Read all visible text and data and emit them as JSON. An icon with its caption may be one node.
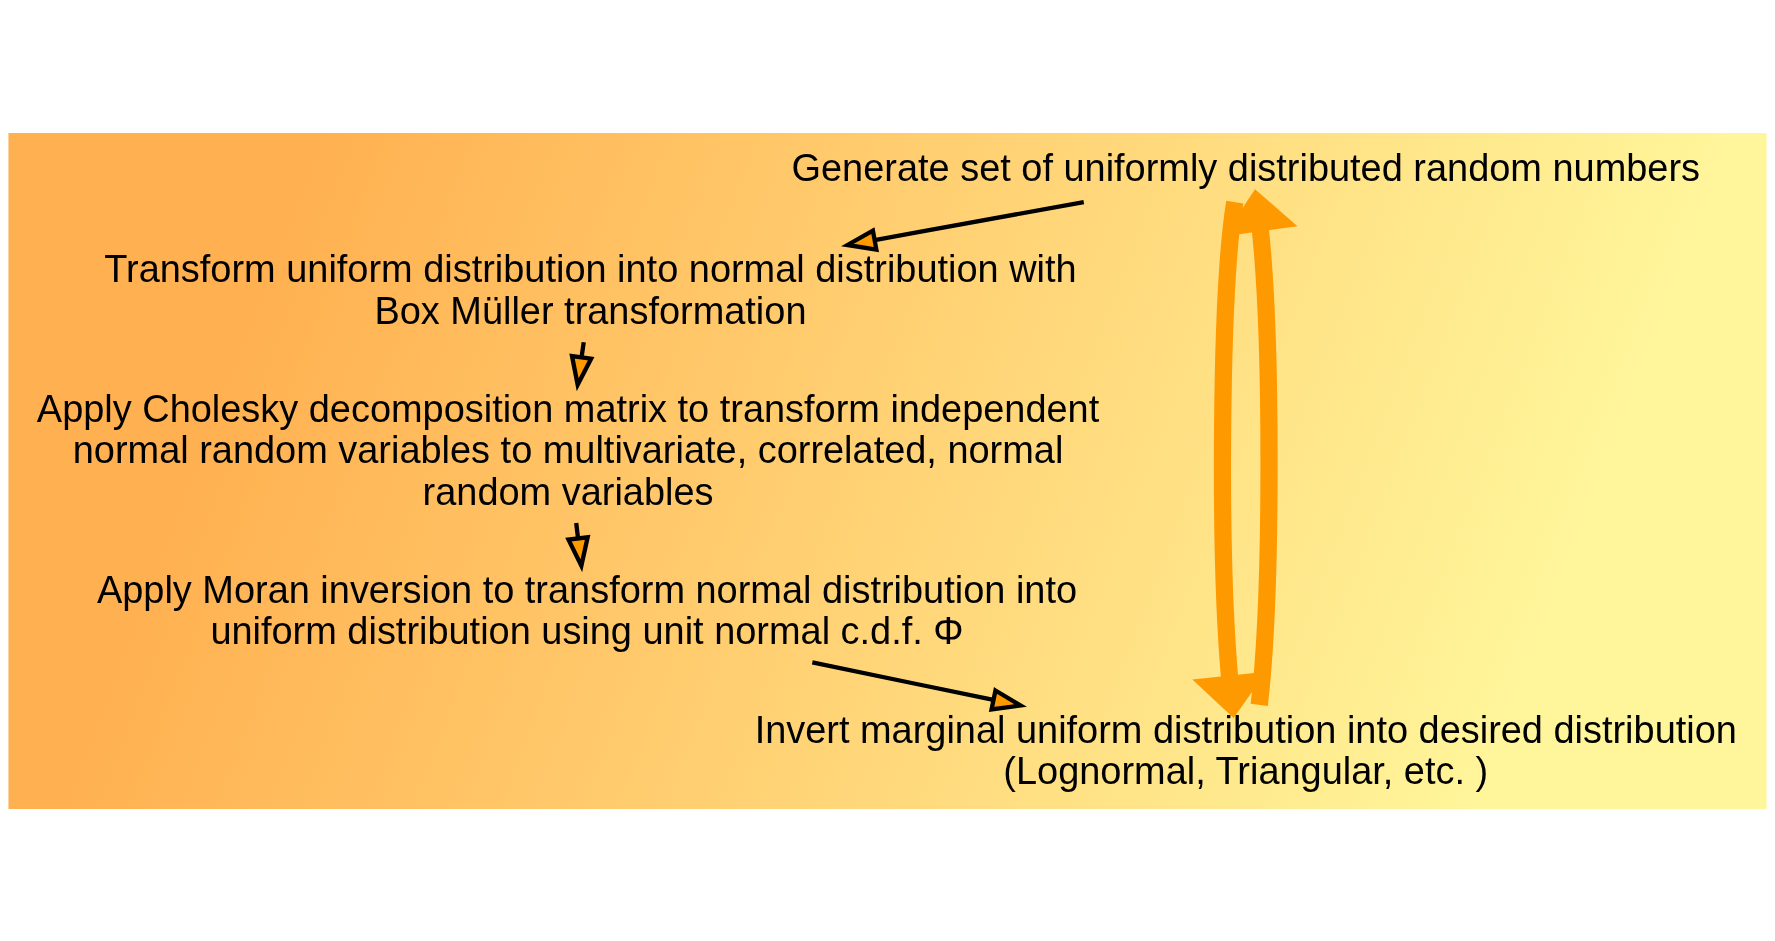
{
  "diagram": {
    "nodes": [
      {
        "text": [
          "Generate set of uniformly distributed random numbers"
        ]
      },
      {
        "text": [
          "Transform uniform distribution into normal distribution with Box Müller transformation"
        ]
      },
      {
        "text": [
          "Apply Cholesky decomposition matrix to transform independent normal random variables to multivariate, correlated, normal random variables"
        ]
      },
      {
        "text": [
          "Apply Moran inversion to transform normal distribution into uniform distribution using unit normal c.d.f. Φ"
        ]
      },
      {
        "text": [
          "Invert marginal uniform distribution into desired distribution (Lognormal, Triangular, etc. )"
        ]
      }
    ],
    "edges": [
      {
        "from": 0,
        "to": 1,
        "arrow": "to"
      },
      {
        "from": 1,
        "to": 2,
        "arrow": "to"
      },
      {
        "from": 2,
        "to": 3,
        "arrow": "to"
      },
      {
        "from": 3,
        "to": 4,
        "arrow": "to"
      },
      {
        "from": 0,
        "to": 4,
        "arrow": "to",
        "style": "thick",
        "color": "#ff9900"
      },
      {
        "from": 4,
        "to": 0,
        "arrow": "to",
        "style": "thick",
        "color": "#ff9900"
      }
    ]
  }
}
